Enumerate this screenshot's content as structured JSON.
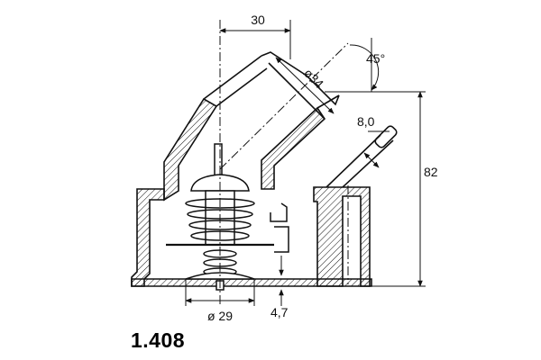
{
  "part_number": "1.408",
  "dimensions": {
    "offset": "30",
    "angle": "45°",
    "outlet_diameter": "ø34",
    "nipple_diameter": "8,0",
    "height": "82",
    "valve_diameter": "ø 29",
    "lift": "4,7"
  },
  "colors": {
    "line": "#111111",
    "background": "#ffffff"
  }
}
